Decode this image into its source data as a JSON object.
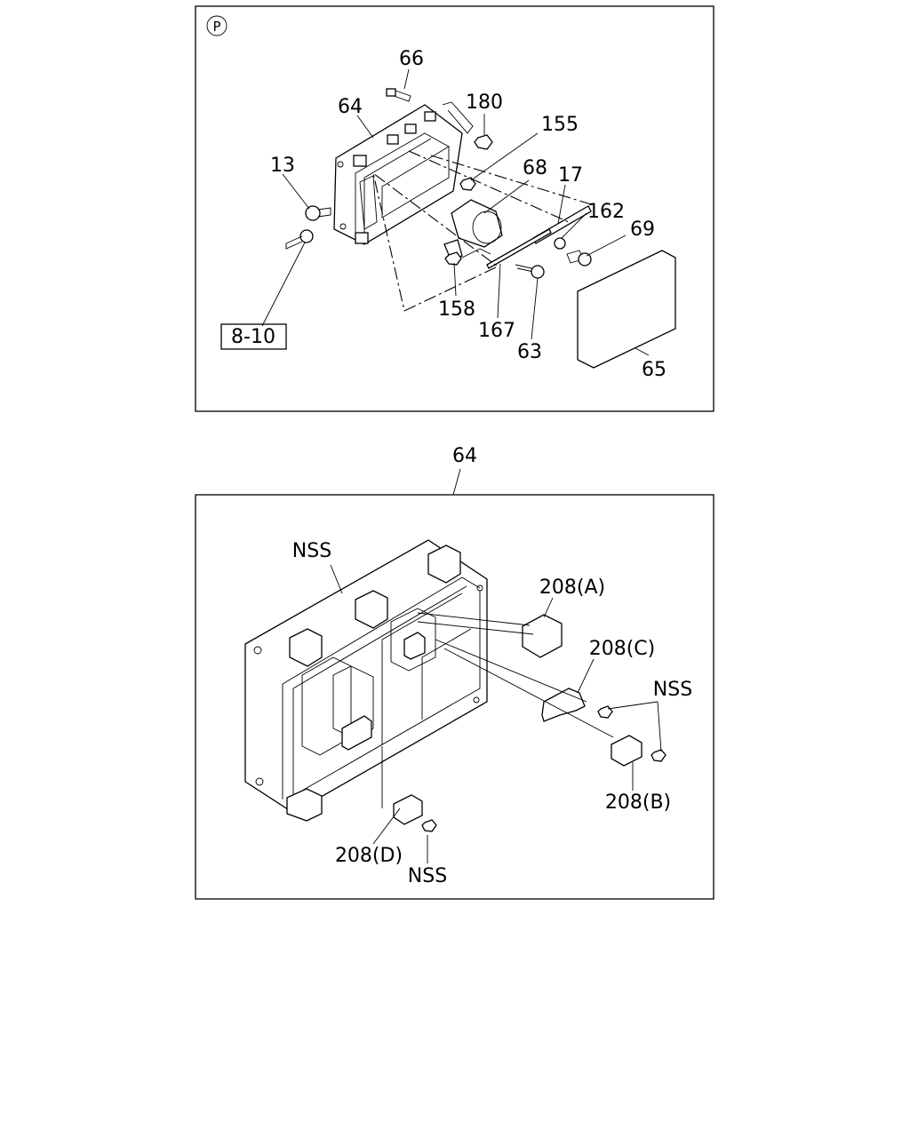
{
  "panel_top": {
    "symbol": "P",
    "labels": {
      "p66": "66",
      "p64": "64",
      "p180": "180",
      "p155": "155",
      "p13": "13",
      "p68": "68",
      "p17": "17",
      "p162": "162",
      "p69": "69",
      "p158": "158",
      "p167": "167",
      "p63": "63",
      "p65": "65",
      "ref": "8-10"
    }
  },
  "panel_bottom": {
    "callout": "64",
    "labels": {
      "nss_main": "NSS",
      "a208": "208(A)",
      "c208": "208(C)",
      "nss_right": "NSS",
      "b208": "208(B)",
      "d208": "208(D)",
      "nss_bottom": "NSS"
    }
  }
}
